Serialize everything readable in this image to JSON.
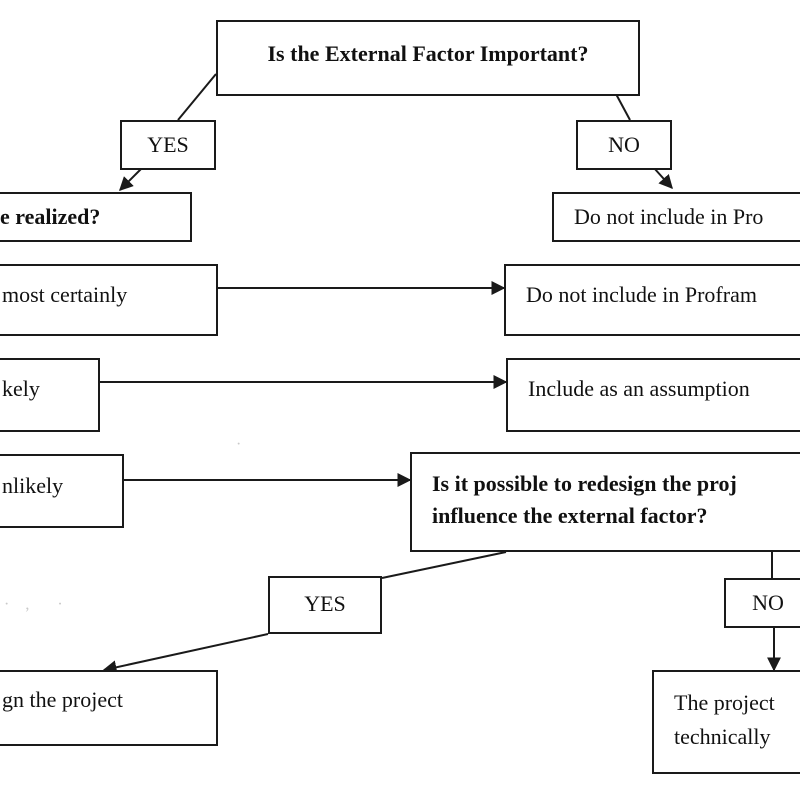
{
  "question_main": "Is the External Factor Important?",
  "answer_yes": "YES",
  "answer_no": "NO",
  "question_realized": "e realized?",
  "outcome_exclude_1": "Do not include in Pro",
  "likelihood_certain": "most certainly",
  "outcome_exclude_2": "Do not include in Profram",
  "likelihood_likely": "kely",
  "outcome_assumption": "Include as an assumption",
  "likelihood_unlikely": "nlikely",
  "question_redesign_line1": "Is it possible to redesign the proj",
  "question_redesign_line2": "influence the external factor?",
  "answer_yes_2": "YES",
  "answer_no_2": "NO",
  "outcome_redesign": "gn the project",
  "outcome_technical_line1": "The project",
  "outcome_technical_line2": "technically"
}
